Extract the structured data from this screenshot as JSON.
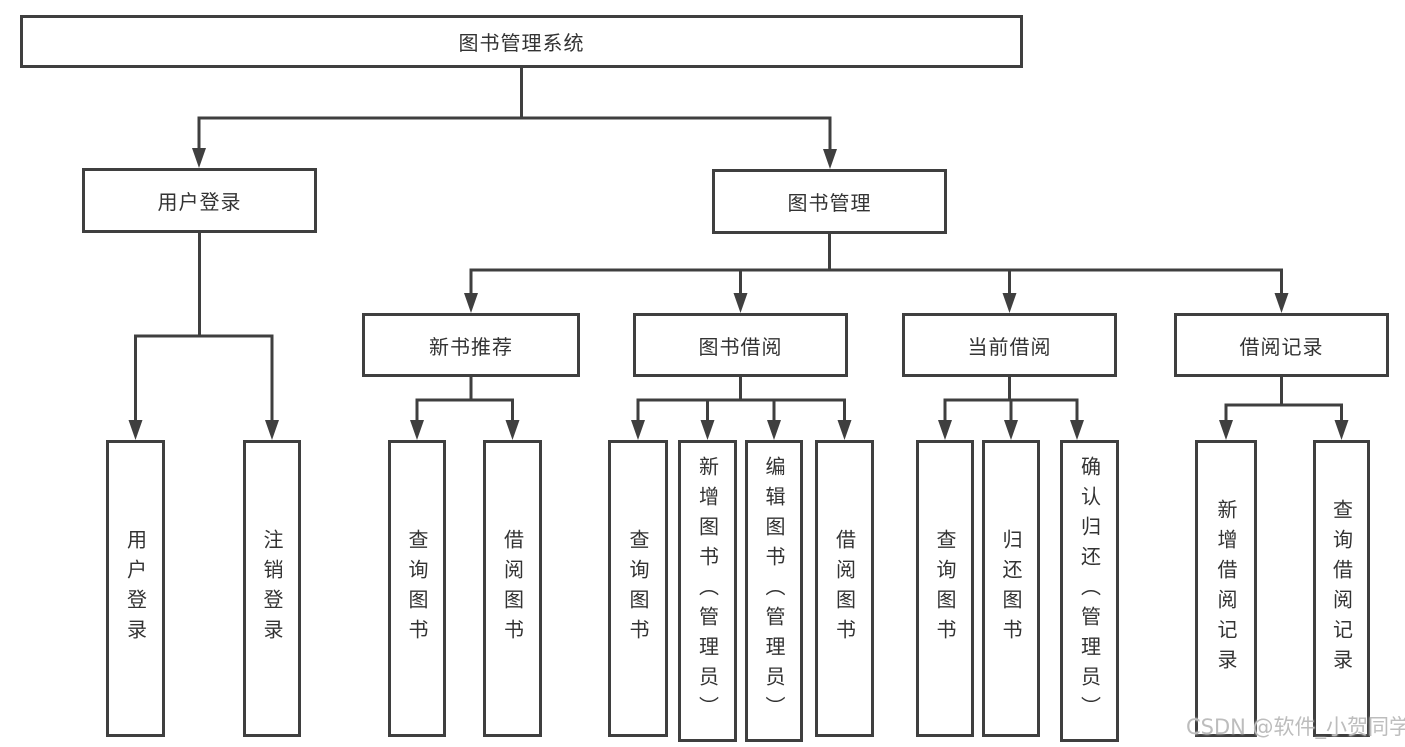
{
  "diagram": {
    "root": {
      "label": "图书管理系统"
    },
    "level1": [
      {
        "id": "user-login",
        "label": "用户登录"
      },
      {
        "id": "book-management",
        "label": "图书管理"
      }
    ],
    "level2": [
      {
        "id": "new-book-recommend",
        "label": "新书推荐"
      },
      {
        "id": "book-borrow",
        "label": "图书借阅"
      },
      {
        "id": "current-borrow",
        "label": "当前借阅"
      },
      {
        "id": "borrow-records",
        "label": "借阅记录"
      }
    ],
    "leaves": [
      {
        "id": "user-login-leaf",
        "label": "用户登录",
        "parent": "用户登录"
      },
      {
        "id": "logout-leaf",
        "label": "注销登录",
        "parent": "用户登录"
      },
      {
        "id": "query-books-recommend",
        "label": "查询图书",
        "parent": "新书推荐"
      },
      {
        "id": "borrow-books-recommend",
        "label": "借阅图书",
        "parent": "新书推荐"
      },
      {
        "id": "query-books-borrow",
        "label": "查询图书",
        "parent": "图书借阅"
      },
      {
        "id": "add-book-admin",
        "label": "新增图书（管理员）",
        "parent": "图书借阅"
      },
      {
        "id": "edit-book-admin",
        "label": "编辑图书（管理员）",
        "parent": "图书借阅"
      },
      {
        "id": "borrow-books-borrow",
        "label": "借阅图书",
        "parent": "图书借阅"
      },
      {
        "id": "query-books-current",
        "label": "查询图书",
        "parent": "当前借阅"
      },
      {
        "id": "return-books",
        "label": "归还图书",
        "parent": "当前借阅"
      },
      {
        "id": "confirm-return-admin",
        "label": "确认归还（管理员）",
        "parent": "当前借阅"
      },
      {
        "id": "add-borrow-record",
        "label": "新增借阅记录",
        "parent": "借阅记录"
      },
      {
        "id": "query-borrow-record",
        "label": "查询借阅记录",
        "parent": "借阅记录"
      }
    ]
  },
  "watermark": {
    "text": "CSDN @软件_小贺同学"
  },
  "colors": {
    "border": "#3f3f3f",
    "text": "#333333",
    "watermark": "#bdbdbd",
    "background": "#ffffff"
  }
}
